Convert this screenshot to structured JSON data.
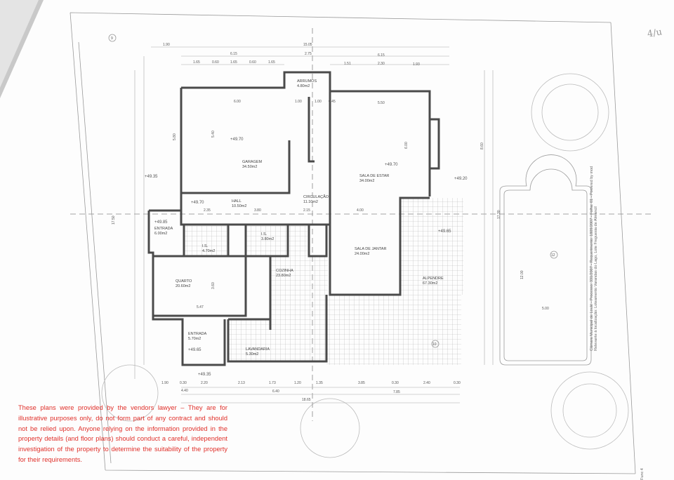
{
  "disclaimer": "These plans were provided by the vendors lawyer – They are for illustrative purposes only, do not form part of any contract and should not be relied upon. Anyone relying on the information provided in the property details (and floor plans) should conduct a careful, independent investigation of the property to determine the suitability of the property for their requirements.",
  "handwritten_note": "4/u",
  "title_block": {
    "line1": "Câmara Municipal de Loulé - Processo: 331/2007 - Requerimento: 1809/2007 - Folha: 01 - Powered by mod",
    "line2": "Relevante à localização: Loteamento Varandas do Lago, Lote    Freguesia de Almancil",
    "func": "Func 4"
  },
  "rooms": {
    "garagem": {
      "name": "GARAGEM",
      "area": "34.50m2"
    },
    "arrumos": {
      "name": "ARRUMOS",
      "area": "4.80m2"
    },
    "sala_estar": {
      "name": "SALA DE ESTAR",
      "area": "34.00m2"
    },
    "hall": {
      "name": "HALL",
      "area": "10.50m2"
    },
    "circulacao": {
      "name": "CIRCULAÇÃO",
      "area": "11.10m2"
    },
    "entrada1": {
      "name": "ENTRADA",
      "area": "6.00m2"
    },
    "ws1": {
      "name": "I.S.",
      "area": "4.70m2"
    },
    "ws2": {
      "name": "I.S.",
      "area": "3.80m2"
    },
    "quarto": {
      "name": "QUARTO",
      "area": "20.60m2"
    },
    "cozinha": {
      "name": "COZINHA",
      "area": "23.80m2"
    },
    "sala_jantar": {
      "name": "SALA DE JANTAR",
      "area": "24.00m2"
    },
    "alpendre": {
      "name": "ALPENDRE",
      "area": "67.30m2"
    },
    "entrada2": {
      "name": "ENTRADA",
      "area": "5.70m2"
    },
    "lavandaria": {
      "name": "LAVANDARIA",
      "area": "5.30m2"
    }
  },
  "levels": [
    "+49.70",
    "+49.35",
    "+49.70",
    "+49.85",
    "+49.70",
    "+49.20",
    "+49.65",
    "+49.35",
    "+49.65"
  ],
  "markers": {
    "pool": "12",
    "terrace": "10",
    "sheet": "9"
  },
  "dims_top": {
    "row1": [
      "1.90",
      "15.05"
    ],
    "row2": [
      "6.15",
      "2.75",
      "6.15"
    ],
    "row3": [
      "1.65",
      "0.60",
      "1.65",
      "0.60",
      "1.65",
      "1.51",
      "2.30",
      "1.93"
    ]
  },
  "dims_bottom": {
    "row1": [
      "1.90",
      "0.30",
      "2.20",
      "2.13",
      "1.73",
      "1.20",
      "1.35",
      "3.85",
      "0.30",
      "2.40",
      "0.30"
    ],
    "row2": [
      "4.40",
      "6.40",
      "7.85"
    ],
    "row3": [
      "18.65"
    ]
  },
  "dims_inner": {
    "garage_w": "6.00",
    "garage_h": "5.40",
    "stair1": "1.00",
    "stair2": "1.00",
    "stair3": "0.45",
    "sala_w": "5.50",
    "sala_h": "6.00",
    "hall1": "2.35",
    "hall2": "3.80",
    "circ": "2.15",
    "jantar": "4.00",
    "quarto_w": "5.47",
    "quarto_h": "3.60",
    "pool_w": "5.00",
    "pool_h": "12.00",
    "left1": "5.80",
    "left2": "17.50",
    "right1": "8.60",
    "right2": "17.30"
  }
}
